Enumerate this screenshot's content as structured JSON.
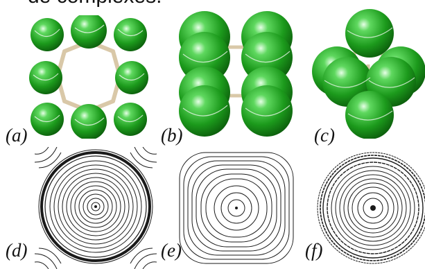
{
  "top_text": "de complexes.",
  "panels": [
    {
      "label": "(a)",
      "type": "molecule-ring-8"
    },
    {
      "label": "(b)",
      "type": "molecule-cube-8"
    },
    {
      "label": "(c)",
      "type": "molecule-octahedron-6"
    },
    {
      "label": "(d)",
      "type": "contour-plot"
    },
    {
      "label": "(e)",
      "type": "contour-plot"
    },
    {
      "label": "(f)",
      "type": "contour-plot"
    }
  ],
  "colors": {
    "sphere_dark": "#0b6a0b",
    "sphere_mid": "#22a822",
    "sphere_light": "#c9f5c9",
    "bond": "#d9c8a8",
    "contour": "#1a1a1a"
  }
}
